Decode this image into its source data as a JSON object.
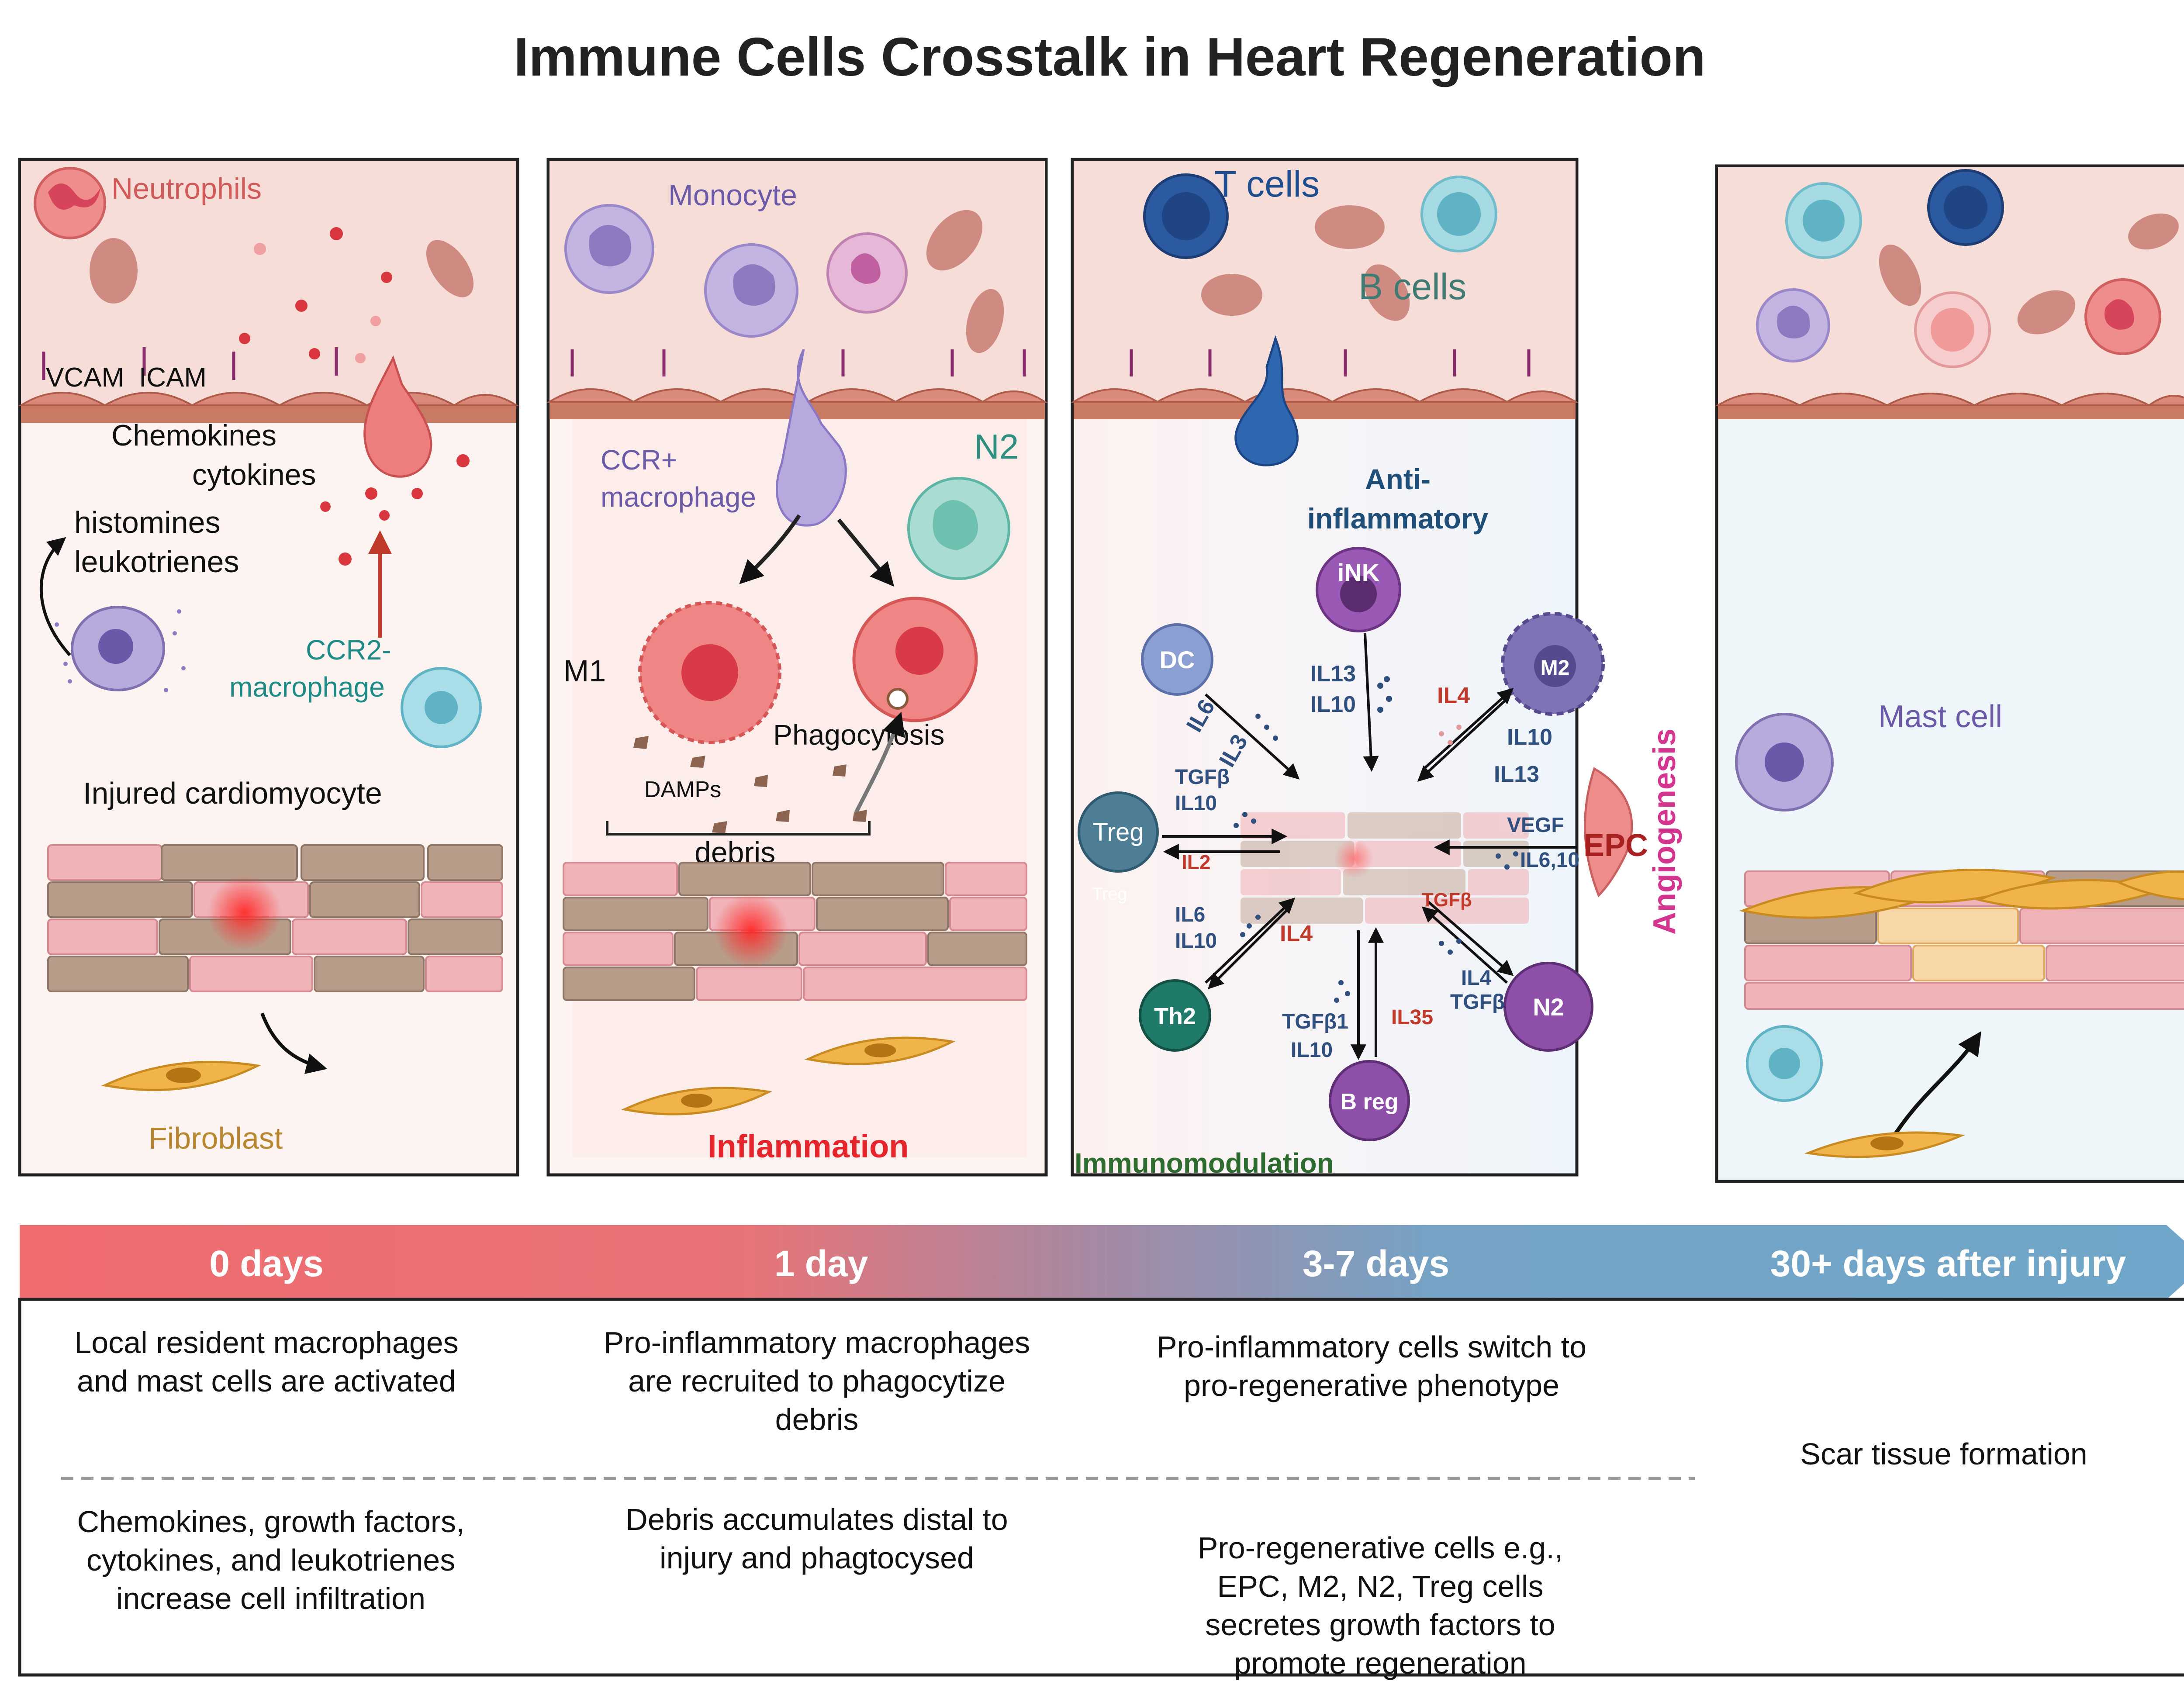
{
  "title": "Immune Cells Crosstalk in Heart Regeneration",
  "panel1": {
    "neutrophils": "Neutrophils",
    "vcam": "VCAM",
    "icam": "ICAM",
    "chemokines_line1": "Chemokines",
    "chemokines_line2": "cytokines",
    "histomines_line1": "histomines",
    "histomines_line2": "leukotrienes",
    "ccr2_line1": "CCR2-",
    "ccr2_line2": "macrophage",
    "injured": "Injured cardiomyocyte",
    "fibroblast": "Fibroblast"
  },
  "panel2": {
    "monocyte": "Monocyte",
    "ccr_line1": "CCR+",
    "ccr_line2": "macrophage",
    "n2": "N2",
    "m1": "M1",
    "phagocytosis": "Phagocytosis",
    "damps": "DAMPs",
    "debris": "debris",
    "inflammation": "Inflammation"
  },
  "panel3": {
    "t_cells": "T cells",
    "b_cells": "B cells",
    "anti_line1": "Anti-",
    "anti_line2": "inflammatory",
    "ink": "iNK",
    "dc": "DC",
    "m2": "M2",
    "treg": "Treg",
    "treg_small": "Treg",
    "th2": "Th2",
    "n2": "N2",
    "breg": "B reg",
    "epc": "EPC",
    "angiogenesis": "Angiogenesis",
    "immunomodulation": "Immunomodulation",
    "il13_a": "IL13",
    "il10_a": "IL10",
    "il4_a": "IL4",
    "il10_b": "IL10",
    "il13_b": "IL13",
    "il6_a": "IL6",
    "il3_a": "IL3",
    "tgfb_a": "TGFβ",
    "il10_c": "IL10",
    "il2": "IL2",
    "vegf": "VEGF",
    "il610": "IL6,10",
    "tgfb_b": "TGFβ",
    "il6_b": "IL6",
    "il10_d": "IL10",
    "il4_b": "IL4",
    "il4_c": "IL4",
    "tgfb_c": "TGFβ",
    "tgfb1": "TGFβ1",
    "il10_e": "IL10",
    "il35": "IL35"
  },
  "panel4": {
    "mast_cell": "Mast cell"
  },
  "timeline": {
    "stage0": "0 days",
    "stage1": "1 day",
    "stage2": "3-7 days",
    "stage3": "30+ days after injury"
  },
  "descriptions": {
    "c1_top": "Local resident macrophages and mast cells are activated",
    "c2_top": "Pro-inflammatory macrophages are recruited to phagocytize debris",
    "c3_top": "Pro-inflammatory cells switch to pro-regenerative phenotype",
    "c4": "Scar tissue formation",
    "c1_bottom": "Chemokines, growth factors, cytokines, and leukotrienes increase cell infiltration",
    "c2_bottom": "Debris accumulates distal to injury and phagtocysed",
    "c3_bottom": "Pro-regenerative cells e.g., EPC, M2, N2, Treg cells secretes growth factors to promote regeneration"
  },
  "colors": {
    "vessel": "#f6ddd8",
    "lumen_bg": "#fdf3f1",
    "neutrophil": "#e57373",
    "macrophage_purple": "#9b8ac8",
    "t_cell_blue": "#2c5aa0",
    "b_cell_teal": "#7fc4cf",
    "timeline_start": "#ee6b6e",
    "timeline_end": "#6fa6c9",
    "fibroblast": "#f0b44a",
    "anti_inflammatory": "#1f4e79",
    "inflammation_red": "#e5252b",
    "angiogenesis_pink": "#d4368f",
    "immunomodulation_green": "#2e6b2e"
  }
}
